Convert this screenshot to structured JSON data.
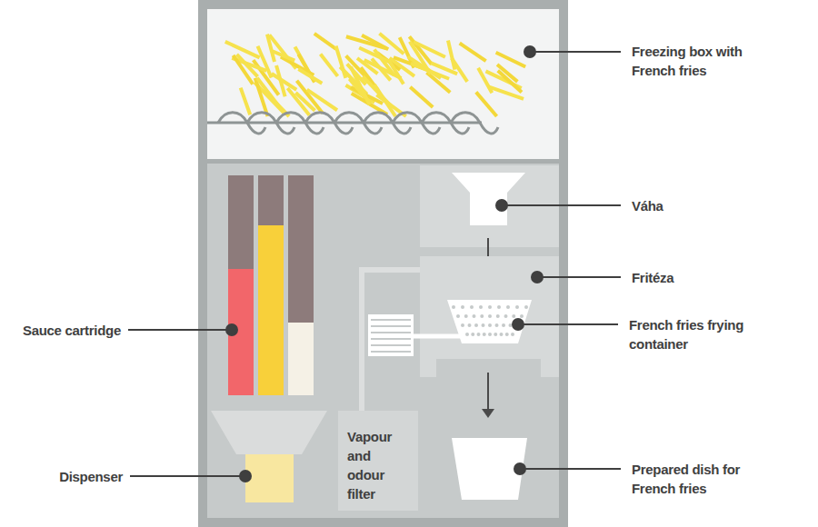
{
  "diagram": {
    "nodes": [
      {
        "text": [
          "Vapour and odour filter"
        ]
      }
    ],
    "labels": [
      "Freezing box with French fries",
      "Váha",
      "Fritéza",
      "French fries frying container",
      "Prepared dish for French fries",
      "Sauce cartridge",
      "Dispenser"
    ]
  }
}
